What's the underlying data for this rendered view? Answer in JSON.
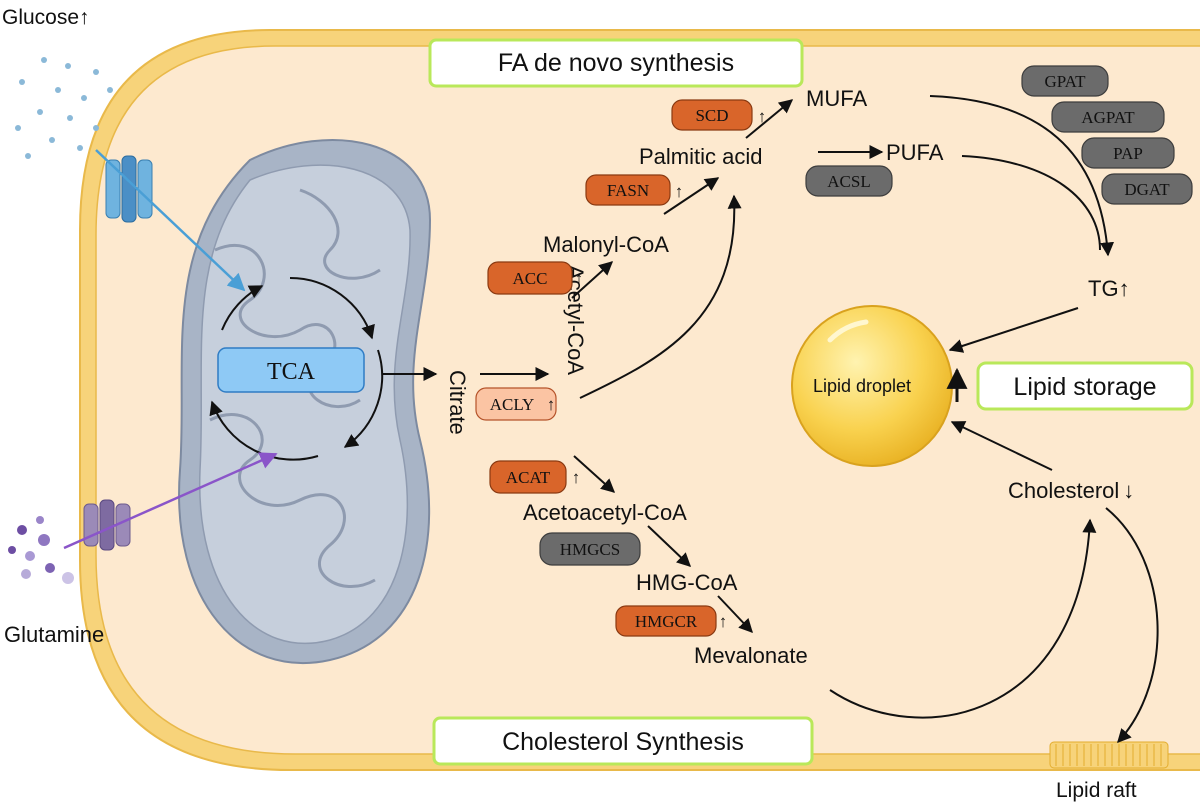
{
  "inputs": {
    "glucose": "Glucose",
    "glucose_arrow": "↑",
    "glutamine": "Glutamine"
  },
  "mito": {
    "tca": "TCA"
  },
  "sections": {
    "fa_synthesis": "FA de novo synthesis",
    "cholesterol_synthesis": "Cholesterol Synthesis",
    "lipid_storage": "Lipid storage"
  },
  "metabolites": {
    "citrate": "Citrate",
    "acetyl_coa": "Acetyl-CoA",
    "malonyl_coa": "Malonyl-CoA",
    "palmitic_acid": "Palmitic acid",
    "mufa": "MUFA",
    "pufa": "PUFA",
    "tg": "TG",
    "tg_arrow": "↑",
    "lipid_droplet": "Lipid droplet",
    "cholesterol": "Cholesterol",
    "cholesterol_arrow": "↓",
    "acetoacetyl_coa": "Acetoacetyl-CoA",
    "hmg_coa": "HMG-CoA",
    "mevalonate": "Mevalonate",
    "lipid_raft": "Lipid raft"
  },
  "enzymes": {
    "scd": "SCD",
    "fasn": "FASN",
    "acc": "ACC",
    "acly": "ACLY",
    "acat": "ACAT",
    "hmgcs": "HMGCS",
    "hmgcr": "HMGCR",
    "acsl": "ACSL",
    "gpat": "GPAT",
    "agpat": "AGPAT",
    "pap": "PAP",
    "dgat": "DGAT",
    "up_arrow": "↑"
  },
  "colors": {
    "cell_fill": "#fde9cf",
    "cell_membrane": "#f7d37a",
    "mito_outer": "#a8b4c6",
    "mito_inner": "#c6cfdc",
    "tca_box": "#8ec9f5",
    "upregulated_enzyme": "#d9652a",
    "other_enzyme": "#6b6b6b",
    "section_border": "#b9e85a",
    "glucose_arrow": "#4a9fd6",
    "glutamine_arrow": "#8a55c9"
  }
}
